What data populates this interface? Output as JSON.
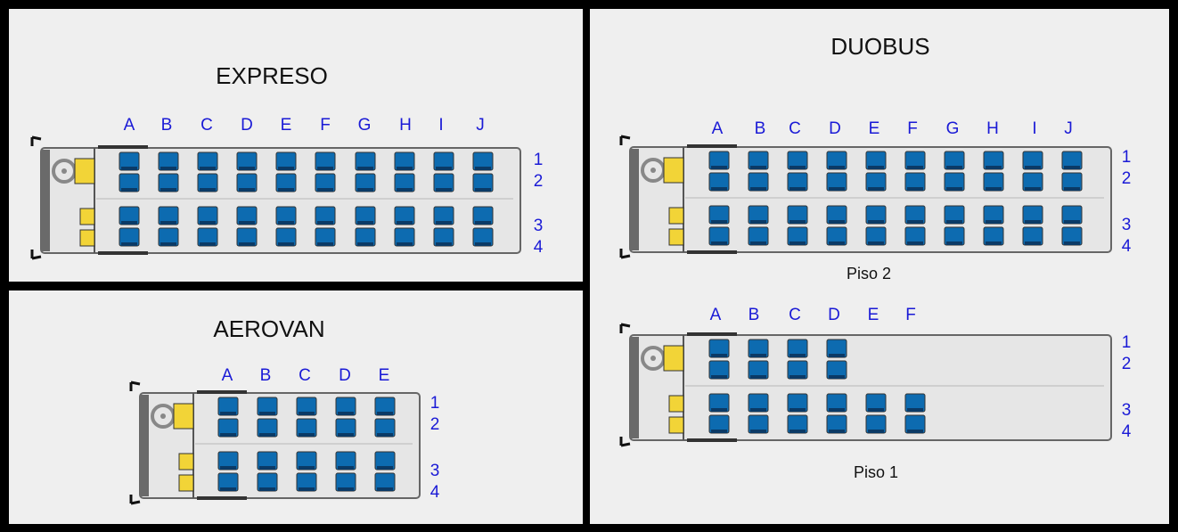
{
  "colors": {
    "seat": "#0d6bb0",
    "seat_dark": "#0b3a66",
    "driver_seat": "#f2d437",
    "label": "#1a1ad6",
    "panel": "#efefef",
    "bus_body": "#e6e6e6",
    "bus_outline": "#666666"
  },
  "row_labels": [
    "1",
    "2",
    "3",
    "4"
  ],
  "buses": [
    {
      "id": "expreso",
      "title": "EXPRESO",
      "columns": [
        "A",
        "B",
        "C",
        "D",
        "E",
        "F",
        "G",
        "H",
        "I",
        "J"
      ],
      "floors": [
        {
          "id": "main",
          "label": "",
          "upper_cols": 10,
          "lower_cols": 10
        }
      ]
    },
    {
      "id": "aerovan",
      "title": "AEROVAN",
      "columns": [
        "A",
        "B",
        "C",
        "D",
        "E"
      ],
      "floors": [
        {
          "id": "main",
          "label": "",
          "upper_cols": 5,
          "lower_cols": 5
        }
      ]
    },
    {
      "id": "duobus",
      "title": "DUOBUS",
      "columns": [
        "A",
        "B",
        "C",
        "D",
        "E",
        "F",
        "G",
        "H",
        "I",
        "J"
      ],
      "floors": [
        {
          "id": "piso2",
          "label": "Piso 2",
          "upper_cols": 10,
          "lower_cols": 10
        },
        {
          "id": "piso1",
          "label": "Piso 1",
          "columns": [
            "A",
            "B",
            "C",
            "D",
            "E",
            "F"
          ],
          "upper_cols": 4,
          "lower_cols": 6
        }
      ]
    }
  ]
}
